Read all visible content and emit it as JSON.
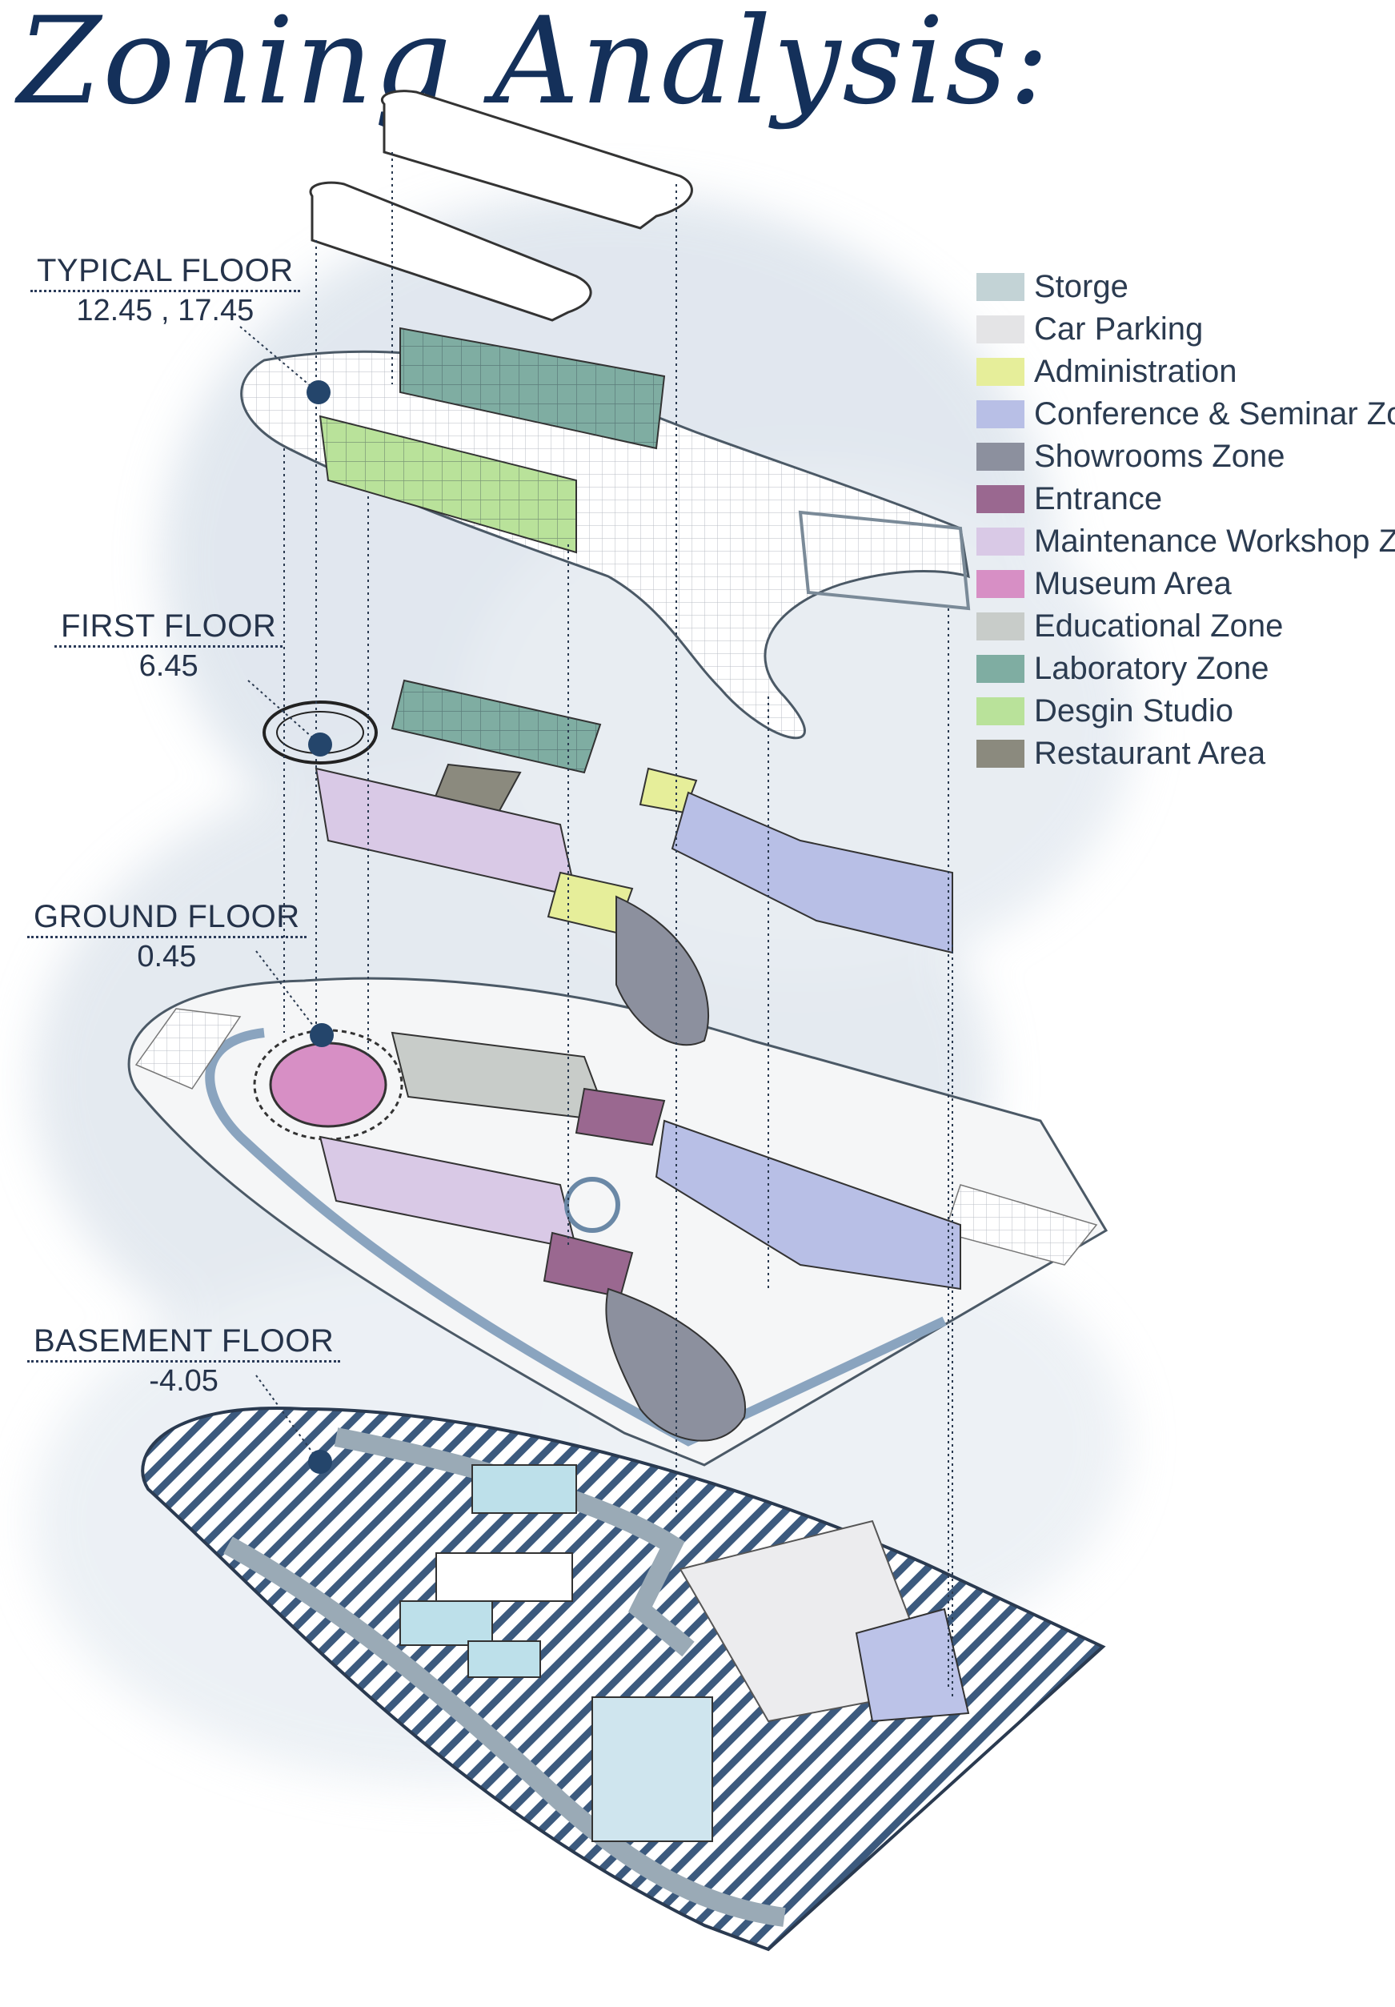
{
  "title": "Zoning Analysis:",
  "floors": [
    {
      "name": "TYPICAL FLOOR",
      "level": "12.45 , 17.45"
    },
    {
      "name": "FIRST FLOOR",
      "level": "6.45"
    },
    {
      "name": "GROUND FLOOR",
      "level": "0.45"
    },
    {
      "name": "BASEMENT FLOOR",
      "level": "-4.05"
    }
  ],
  "legend": [
    {
      "label": "Storge",
      "color": "#c3d3d6"
    },
    {
      "label": "Car Parking",
      "color": "#e4e4e6"
    },
    {
      "label": "Administration",
      "color": "#e6ee9a"
    },
    {
      "label": "Conference & Seminar Zone",
      "color": "#b8bfe6"
    },
    {
      "label": "Showrooms Zone",
      "color": "#8c909e"
    },
    {
      "label": "Entrance",
      "color": "#9a6890"
    },
    {
      "label": "Maintenance Workshop Zone",
      "color": "#d9c9e6"
    },
    {
      "label": "Museum Area",
      "color": "#d78fc5"
    },
    {
      "label": "Educational Zone",
      "color": "#c8ccc9"
    },
    {
      "label": "Laboratory Zone",
      "color": "#7fada2"
    },
    {
      "label": "Desgin Studio",
      "color": "#b9e29a"
    },
    {
      "label": "Restaurant Area",
      "color": "#8b8a7e"
    }
  ]
}
